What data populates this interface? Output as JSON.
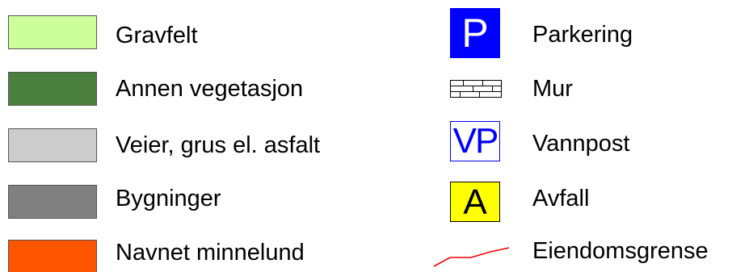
{
  "legend": {
    "left": [
      {
        "label": "Gravfelt",
        "color": "#ccff99"
      },
      {
        "label": "Annen vegetasjon",
        "color": "#4a7f3d"
      },
      {
        "label": "Veier, grus el. asfalt",
        "color": "#cccccc"
      },
      {
        "label": "Bygninger",
        "color": "#808080"
      },
      {
        "label": "Navnet minnelund",
        "color": "#ff5500"
      }
    ],
    "right": [
      {
        "symbol_text": "P",
        "label": "Parkering",
        "icon": "parking-icon",
        "fill": "#0000ff",
        "text_color": "#ffffff"
      },
      {
        "label": "Mur",
        "icon": "wall-icon"
      },
      {
        "symbol_text": "VP",
        "label": "Vannpost",
        "icon": "water-post-icon",
        "fill": "#ffffff",
        "text_color": "#0000ff"
      },
      {
        "symbol_text": "A",
        "label": "Avfall",
        "icon": "waste-icon",
        "fill": "#ffff00",
        "text_color": "#000000"
      },
      {
        "label": "Eiendomsgrense",
        "icon": "property-boundary-icon",
        "line_color": "#ee0000"
      }
    ]
  }
}
